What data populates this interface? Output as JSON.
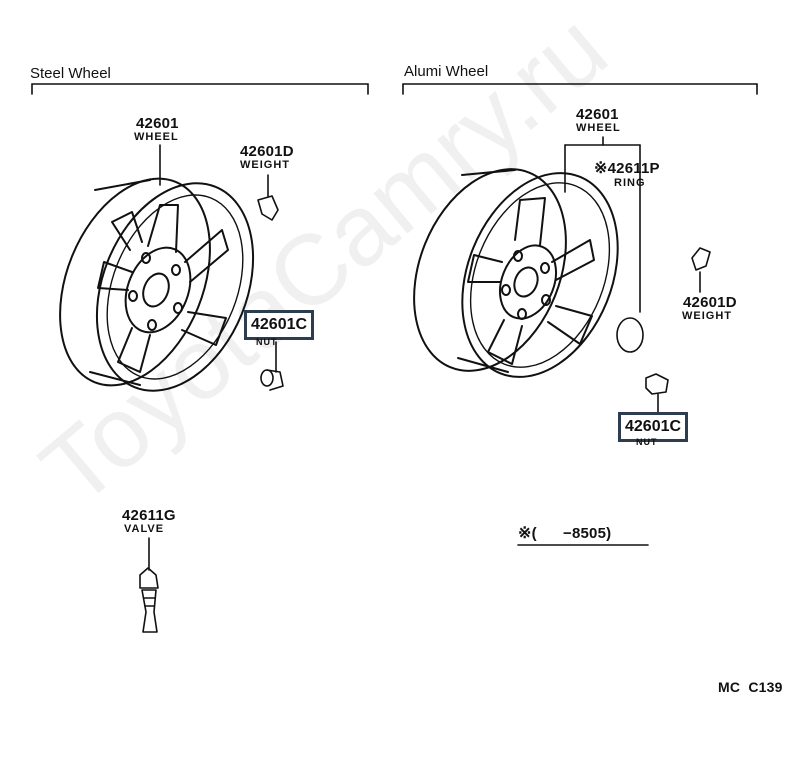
{
  "sections": {
    "steel": "Steel Wheel",
    "alumi": "Alumi Wheel"
  },
  "parts": {
    "steel_wheel": {
      "number": "42601",
      "name": "WHEEL"
    },
    "steel_weight": {
      "number": "42601D",
      "name": "WEIGHT"
    },
    "steel_nut": {
      "number": "42601C",
      "name": "NUT"
    },
    "valve": {
      "number": "42611G",
      "name": "VALVE"
    },
    "alumi_wheel": {
      "number": "42601",
      "name": "WHEEL"
    },
    "alumi_ring": {
      "mark": "※",
      "number": "42611P",
      "name": "RING"
    },
    "alumi_weight": {
      "number": "42601D",
      "name": "WEIGHT"
    },
    "alumi_nut": {
      "number": "42601C",
      "name": "NUT"
    }
  },
  "footnote": {
    "mark": "※",
    "text": "(      −8505)"
  },
  "diagram_code": "MC  C139",
  "watermark": "ToyotaCamry.ru",
  "colors": {
    "ink": "#111111",
    "highlight_border": "#2b3d4f"
  }
}
